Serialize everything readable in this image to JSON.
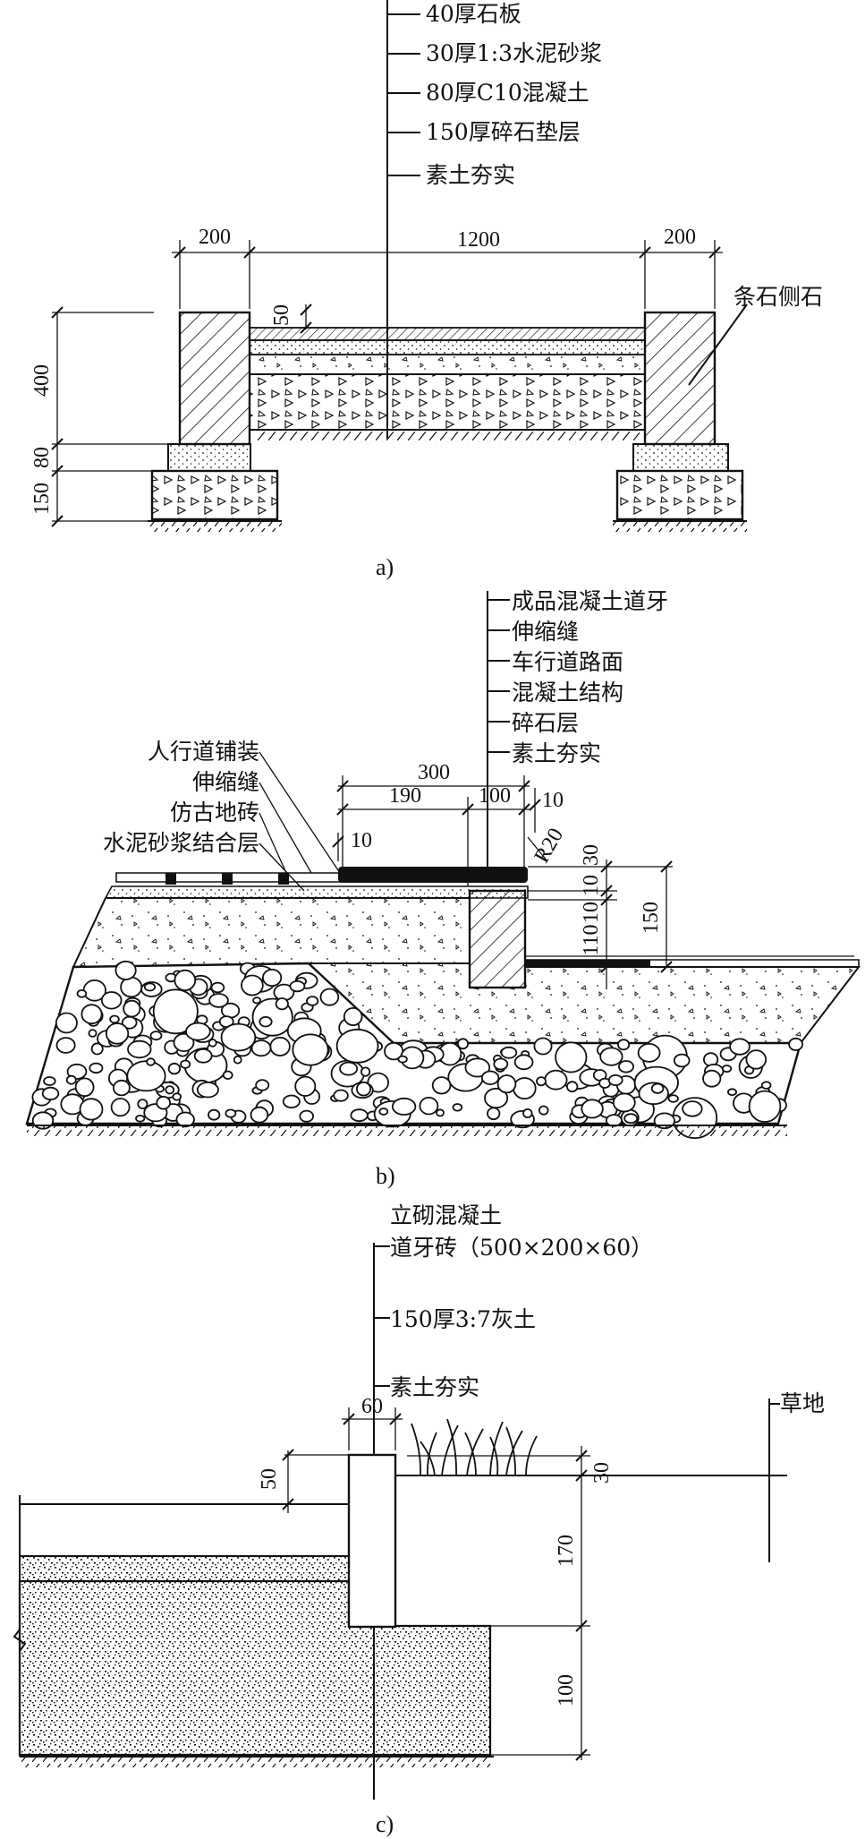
{
  "a": {
    "labels": [
      "40厚石板",
      "30厚1:3水泥砂浆",
      "80厚C10混凝土",
      "150厚碎石垫层",
      "素土夯实"
    ],
    "side_label": "条石侧石",
    "dims": {
      "left": "200",
      "center": "1200",
      "right": "200",
      "h50": "50",
      "h400": "400",
      "h80": "80",
      "h150": "150"
    },
    "caption": "a)"
  },
  "b": {
    "right_labels": [
      "成品混凝土道牙",
      "伸缩缝",
      "车行道路面",
      "混凝土结构",
      "碎石层",
      "素土夯实"
    ],
    "left_labels": [
      "人行道铺装",
      "伸缩缝",
      "仿古地砖",
      "水泥砂浆结合层"
    ],
    "dims": {
      "d300": "300",
      "d190": "190",
      "d100": "100",
      "d10a": "10",
      "d10b": "10",
      "r20": "R20",
      "d30": "30",
      "d1010": "10 10",
      "d110": "110",
      "d150": "150"
    },
    "caption": "b)"
  },
  "c": {
    "label_line1": "立砌混凝土",
    "label_line2": "道牙砖（500×200×60）",
    "label_soil": "150厚3:7灰土",
    "label_base": "素土夯实",
    "label_grass": "草地",
    "dims": {
      "d60": "60",
      "d50": "50",
      "d30": "30",
      "d170": "170",
      "d100": "100"
    },
    "caption": "c)"
  }
}
